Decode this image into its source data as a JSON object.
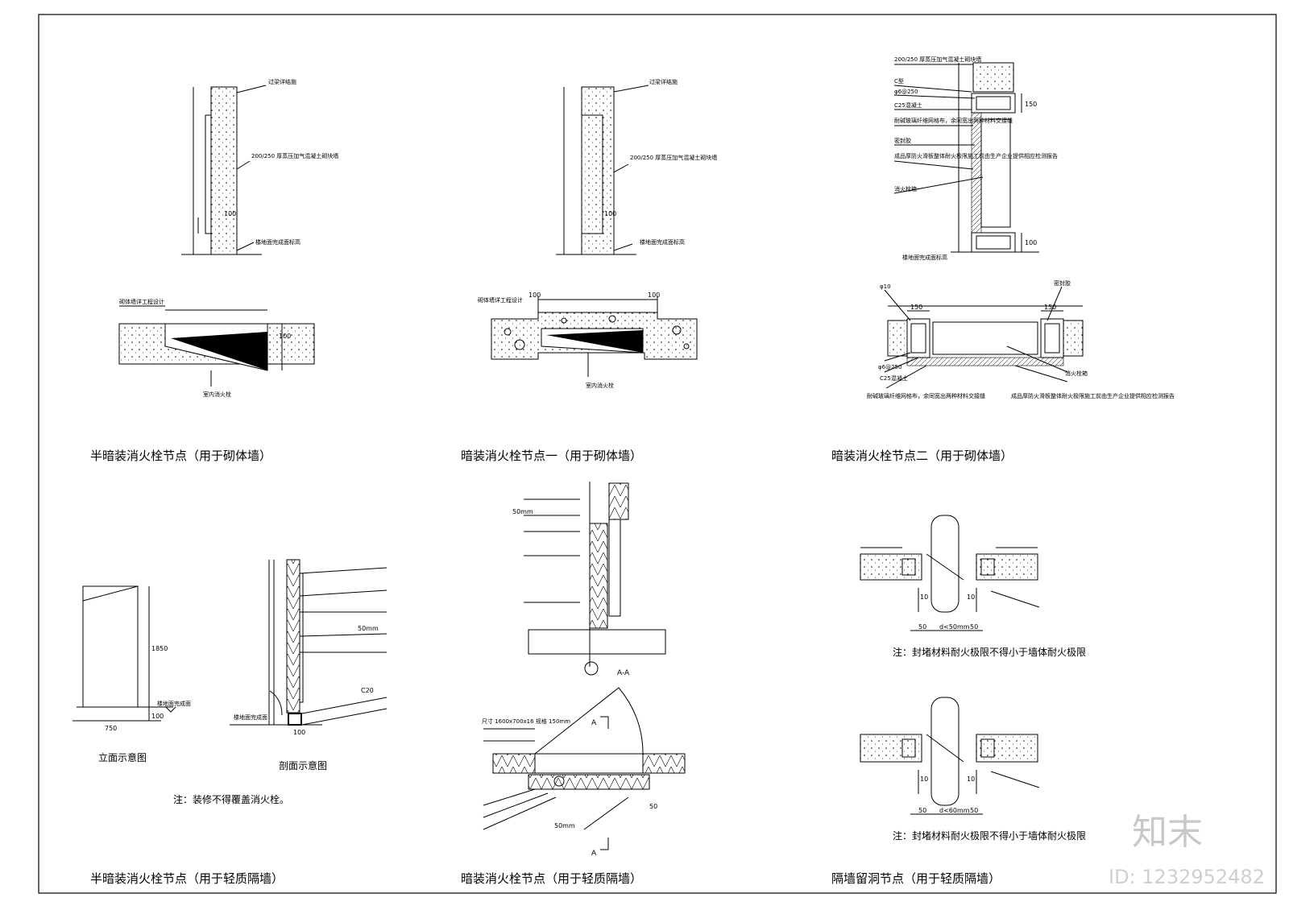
{
  "titles": {
    "t1": "半暗装消火栓节点（用于砌体墙）",
    "t2": "暗装消火栓节点一（用于砌体墙）",
    "t3": "暗装消火栓节点二（用于砌体墙）",
    "t4": "半暗装消火栓节点（用于轻质隔墙）",
    "t5": "暗装消火栓节点（用于轻质隔墙）",
    "t6": "隔墙留洞节点（用于轻质隔墙）"
  },
  "d1": {
    "beam": "过梁详结施",
    "block": "200/250 厚蒸压加气混凝土砌块墙",
    "floor": "楼地面完成面标高",
    "dim100": "100",
    "plan_label": "砌体墙详工程设计",
    "plan_dim": "100",
    "hydrant": "室内消火栓"
  },
  "d2": {
    "beam": "过梁详结施",
    "block": "200/250 厚蒸压加气混凝土砌块墙",
    "dim100": "100",
    "floor": "楼地面完成面标高",
    "plan_label": "砌体墙详工程设计",
    "dim_l": "100",
    "dim_r": "100",
    "hydrant": "室内消火栓"
  },
  "d3": {
    "l1": "200/250 厚蒸压加气混凝土砌块墙",
    "l2": "C型",
    "l3": "φ6@250",
    "l4": "C25混凝土",
    "l5": "耐碱玻璃纤维网格布，余同宽出两种材料交接缝",
    "l6": "密封胶",
    "l7": "成品厚防火滑板整体耐火极限施工前由生产企业提供相应检测报告",
    "l8": "消火栓箱",
    "d150": "150",
    "d100": "100",
    "floor": "楼地面完成面标高",
    "p_dia": "φ10",
    "p_seal": "密封胶",
    "p150a": "150",
    "p150b": "150",
    "p_l1": "φ6@250",
    "p_l2": "C25混凝土",
    "p_l3": "耐碱玻璃纤维网格布，余同宽出两种材料交接缝",
    "p_r1": "消火栓箱",
    "p_r2": "成品厚防火滑板整体耐火极限施工前由生产企业提供相应检测报告"
  },
  "d4": {
    "dim1850": "1850",
    "dim100": "100",
    "dim750": "750",
    "floor1": "楼地面完成面",
    "cap1": "立面示意图",
    "c20": "C20",
    "m50": "50mm",
    "dim100b": "100",
    "floor2": "楼地面完成面",
    "cap2": "剖面示意图",
    "note": "注：装修不得覆盖消火栓。"
  },
  "d5": {
    "m50a": "50mm",
    "m50b": "50mm",
    "size": "尺寸 1600x700x16 规格 150mm",
    "secA": "A",
    "secA2": "A",
    "aa": "A-A",
    "d50": "50"
  },
  "d6": {
    "dim1": "50",
    "dim2": "d<50mm",
    "dim3": "50",
    "ten1": "10",
    "ten2": "10",
    "note1": "注：封堵材料耐火极限不得小于墙体耐火极限",
    "dim4": "50",
    "dim5": "d<60mm",
    "dim6": "50",
    "ten3": "10",
    "ten4": "10",
    "note2": "注：封堵材料耐火极限不得小于墙体耐火极限"
  },
  "brand": "知末",
  "id_label": "ID: 1232952482"
}
